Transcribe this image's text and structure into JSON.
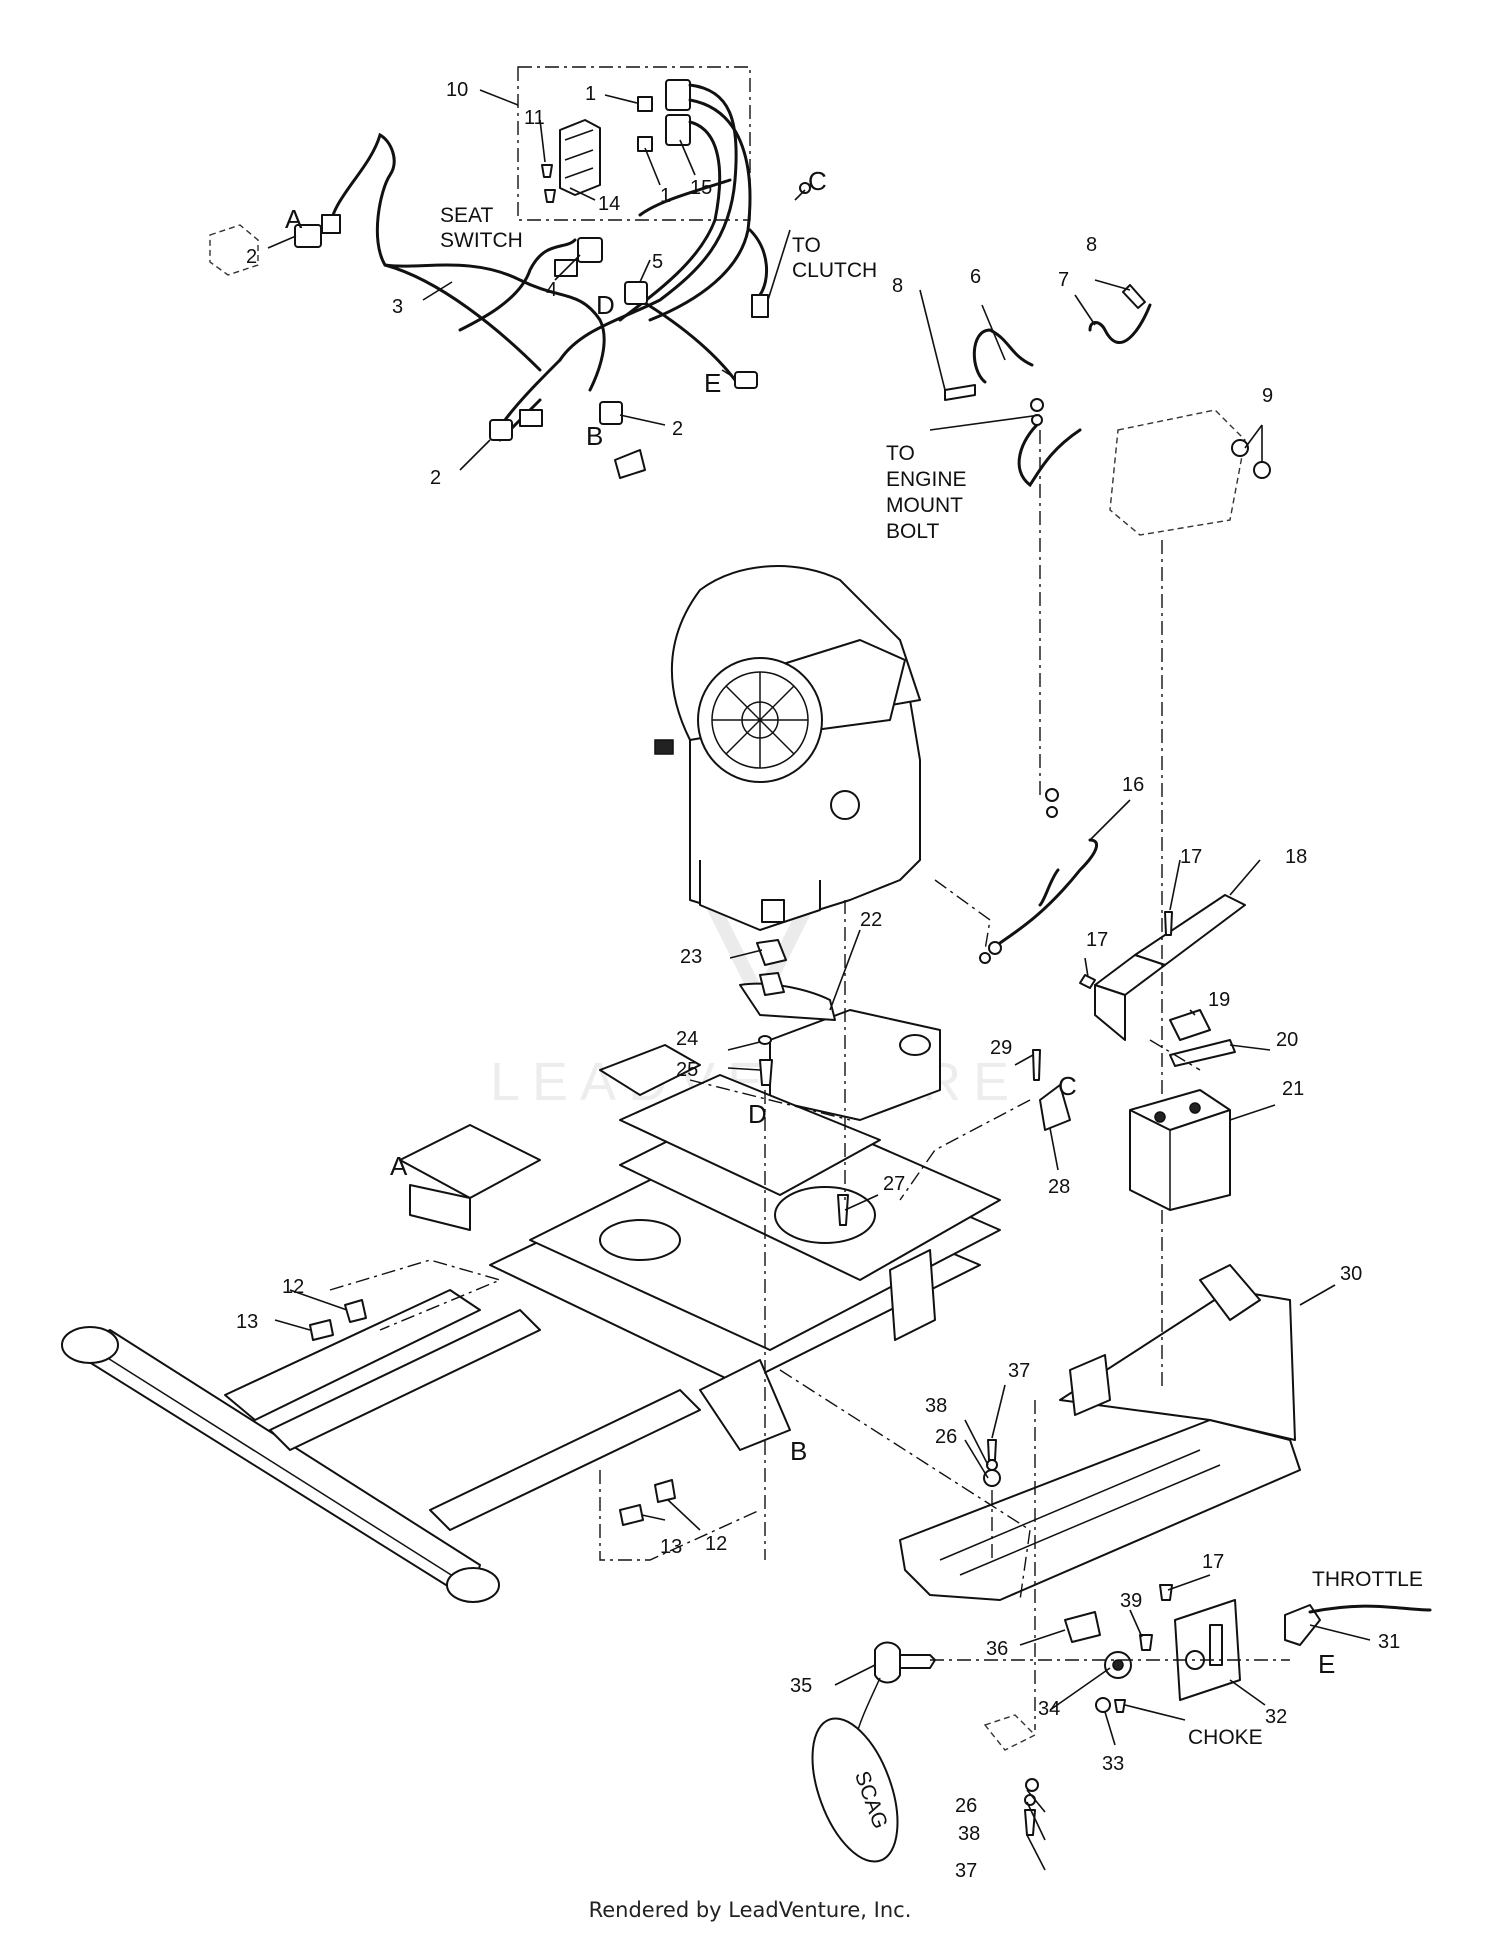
{
  "diagram": {
    "watermark": "LEADVENTURE",
    "footer": "Rendered by LeadVenture, Inc.",
    "notes": {
      "seat_switch_line1": "SEAT",
      "seat_switch_line2": "SWITCH",
      "to_clutch_line1": "TO",
      "to_clutch_line2": "CLUTCH",
      "to_engine_line1": "TO",
      "to_engine_line2": "ENGINE",
      "to_engine_line3": "MOUNT",
      "to_engine_line4": "BOLT",
      "throttle": "THROTTLE",
      "choke": "CHOKE",
      "keyfob_brand": "SCAG"
    },
    "refs": {
      "a_top": "A",
      "b_top": "B",
      "c_top": "C",
      "d_top": "D",
      "e_top": "E",
      "a_frame": "A",
      "b_frame": "B",
      "c_mount": "C",
      "d_frame": "D",
      "e_panel": "E"
    },
    "callouts": {
      "n1a": "1",
      "n1b": "1",
      "n2a": "2",
      "n2b": "2",
      "n2c": "2",
      "n3": "3",
      "n4": "4",
      "n5": "5",
      "n6": "6",
      "n7": "7",
      "n8a": "8",
      "n8b": "8",
      "n9": "9",
      "n10": "10",
      "n11": "11",
      "n12a": "12",
      "n12b": "12",
      "n13a": "13",
      "n13b": "13",
      "n14": "14",
      "n15": "15",
      "n16": "16",
      "n17a": "17",
      "n17b": "17",
      "n17c": "17",
      "n18": "18",
      "n19": "19",
      "n20": "20",
      "n21": "21",
      "n22": "22",
      "n23": "23",
      "n24": "24",
      "n25": "25",
      "n26a": "26",
      "n26b": "26",
      "n27": "27",
      "n28": "28",
      "n29": "29",
      "n30": "30",
      "n31": "31",
      "n32": "32",
      "n33": "33",
      "n34": "34",
      "n35": "35",
      "n36": "36",
      "n37a": "37",
      "n37b": "37",
      "n38a": "38",
      "n38b": "38",
      "n39": "39"
    }
  }
}
